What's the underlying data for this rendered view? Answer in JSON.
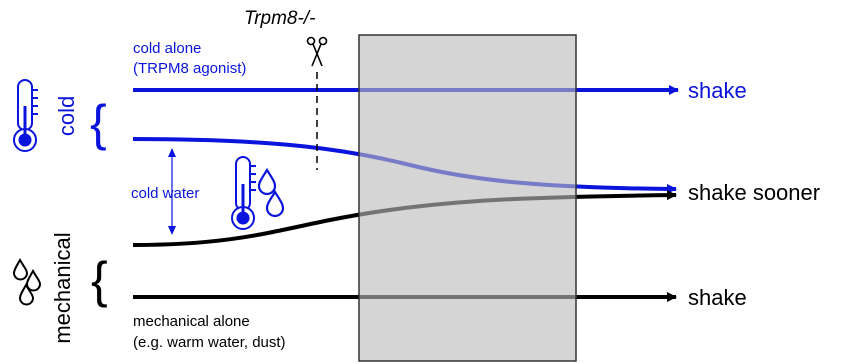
{
  "labels": {
    "knockout": "Trpm8-/-",
    "cold_alone_line1": "cold alone",
    "cold_alone_line2": "(TRPM8 agonist)",
    "cold_group": "cold",
    "cold_water": "cold water",
    "mechanical_group": "mechanical",
    "mechanical_alone_line1": "mechanical alone",
    "mechanical_alone_line2": "(e.g. warm water, dust)",
    "outcome_top": "shake",
    "outcome_middle": "shake sooner",
    "outcome_bottom": "shake"
  },
  "colors": {
    "cold": "#0a14dc",
    "mechanical": "#000000",
    "box_fill": "#bcbcbc",
    "box_stroke": "#333333"
  },
  "icons": [
    "thermometer-icon",
    "water-drops-icon",
    "scissors-icon",
    "brace-icon",
    "double-arrow-icon"
  ]
}
